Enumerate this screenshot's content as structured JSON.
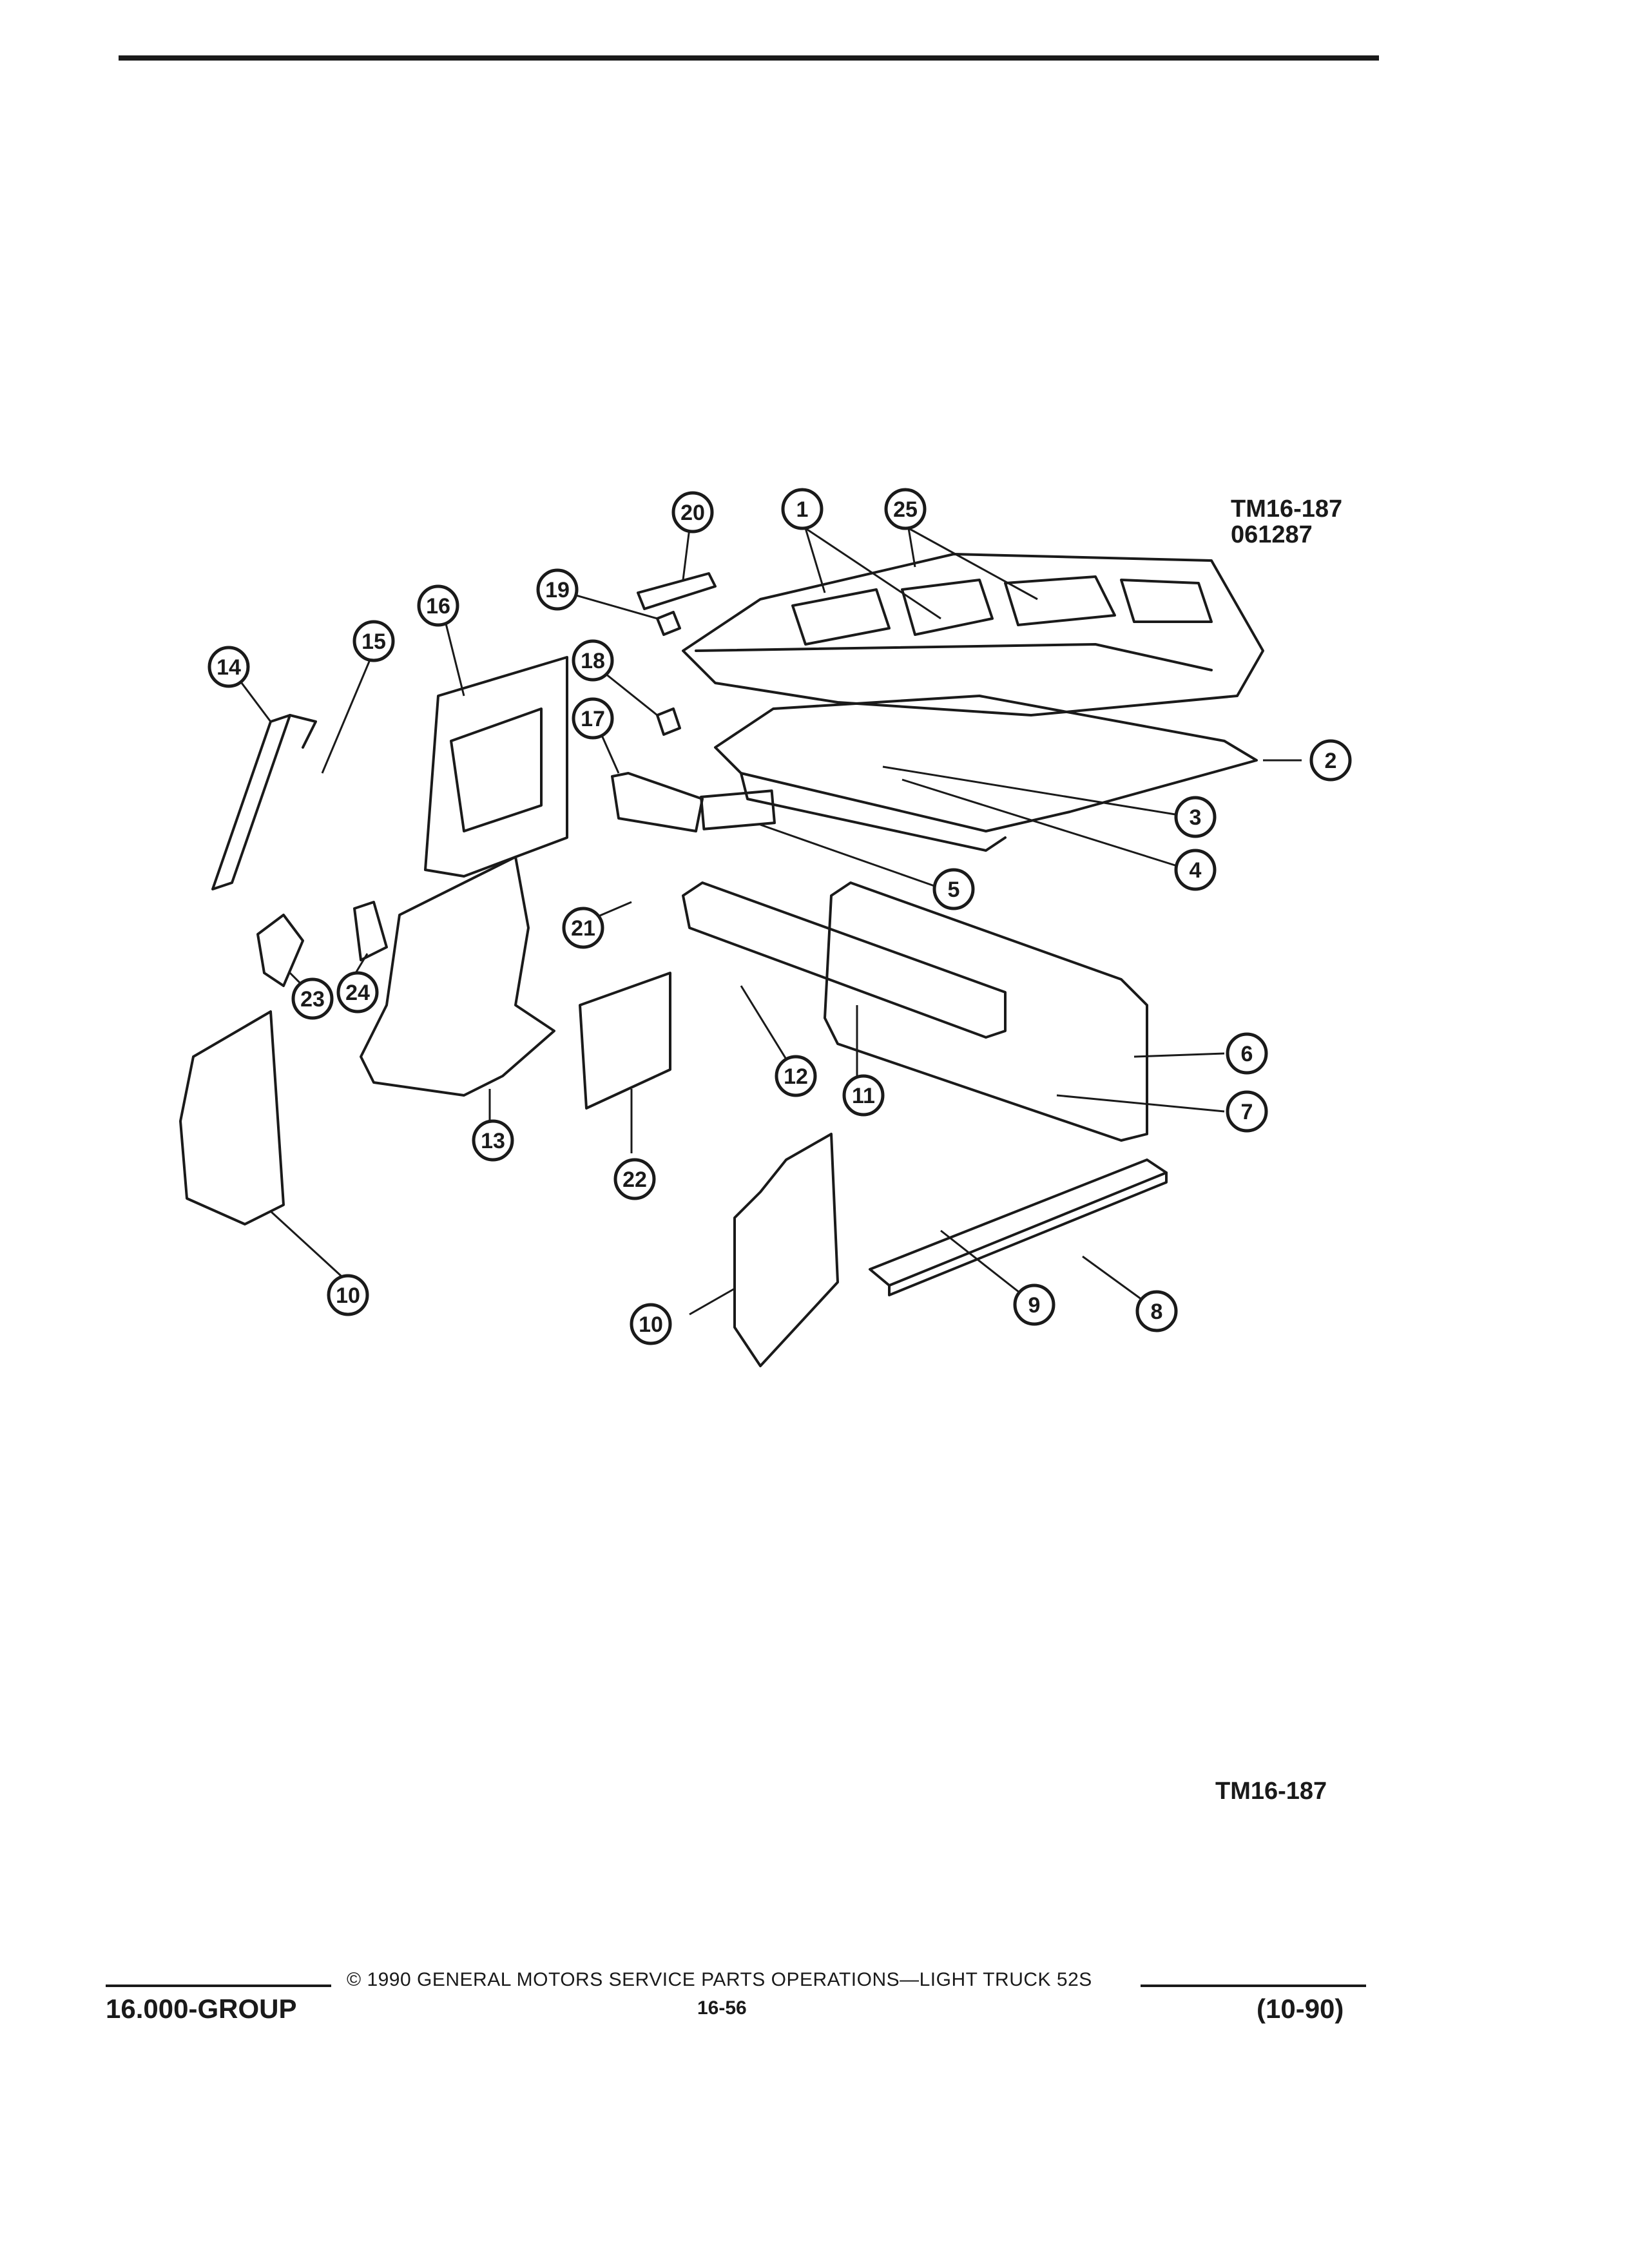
{
  "figure_ref_top": "TM16-187",
  "figure_date": "061287",
  "figure_ref_bottom": "TM16-187",
  "callouts": [
    "1",
    "2",
    "3",
    "4",
    "5",
    "6",
    "7",
    "8",
    "9",
    "10",
    "10",
    "11",
    "12",
    "13",
    "14",
    "15",
    "16",
    "17",
    "18",
    "19",
    "20",
    "21",
    "22",
    "23",
    "24",
    "25"
  ],
  "footer": {
    "copyright": "© 1990 GENERAL MOTORS SERVICE PARTS OPERATIONS—LIGHT TRUCK 52S",
    "group": "16.000-GROUP",
    "page": "16-56",
    "date": "(10-90)"
  }
}
